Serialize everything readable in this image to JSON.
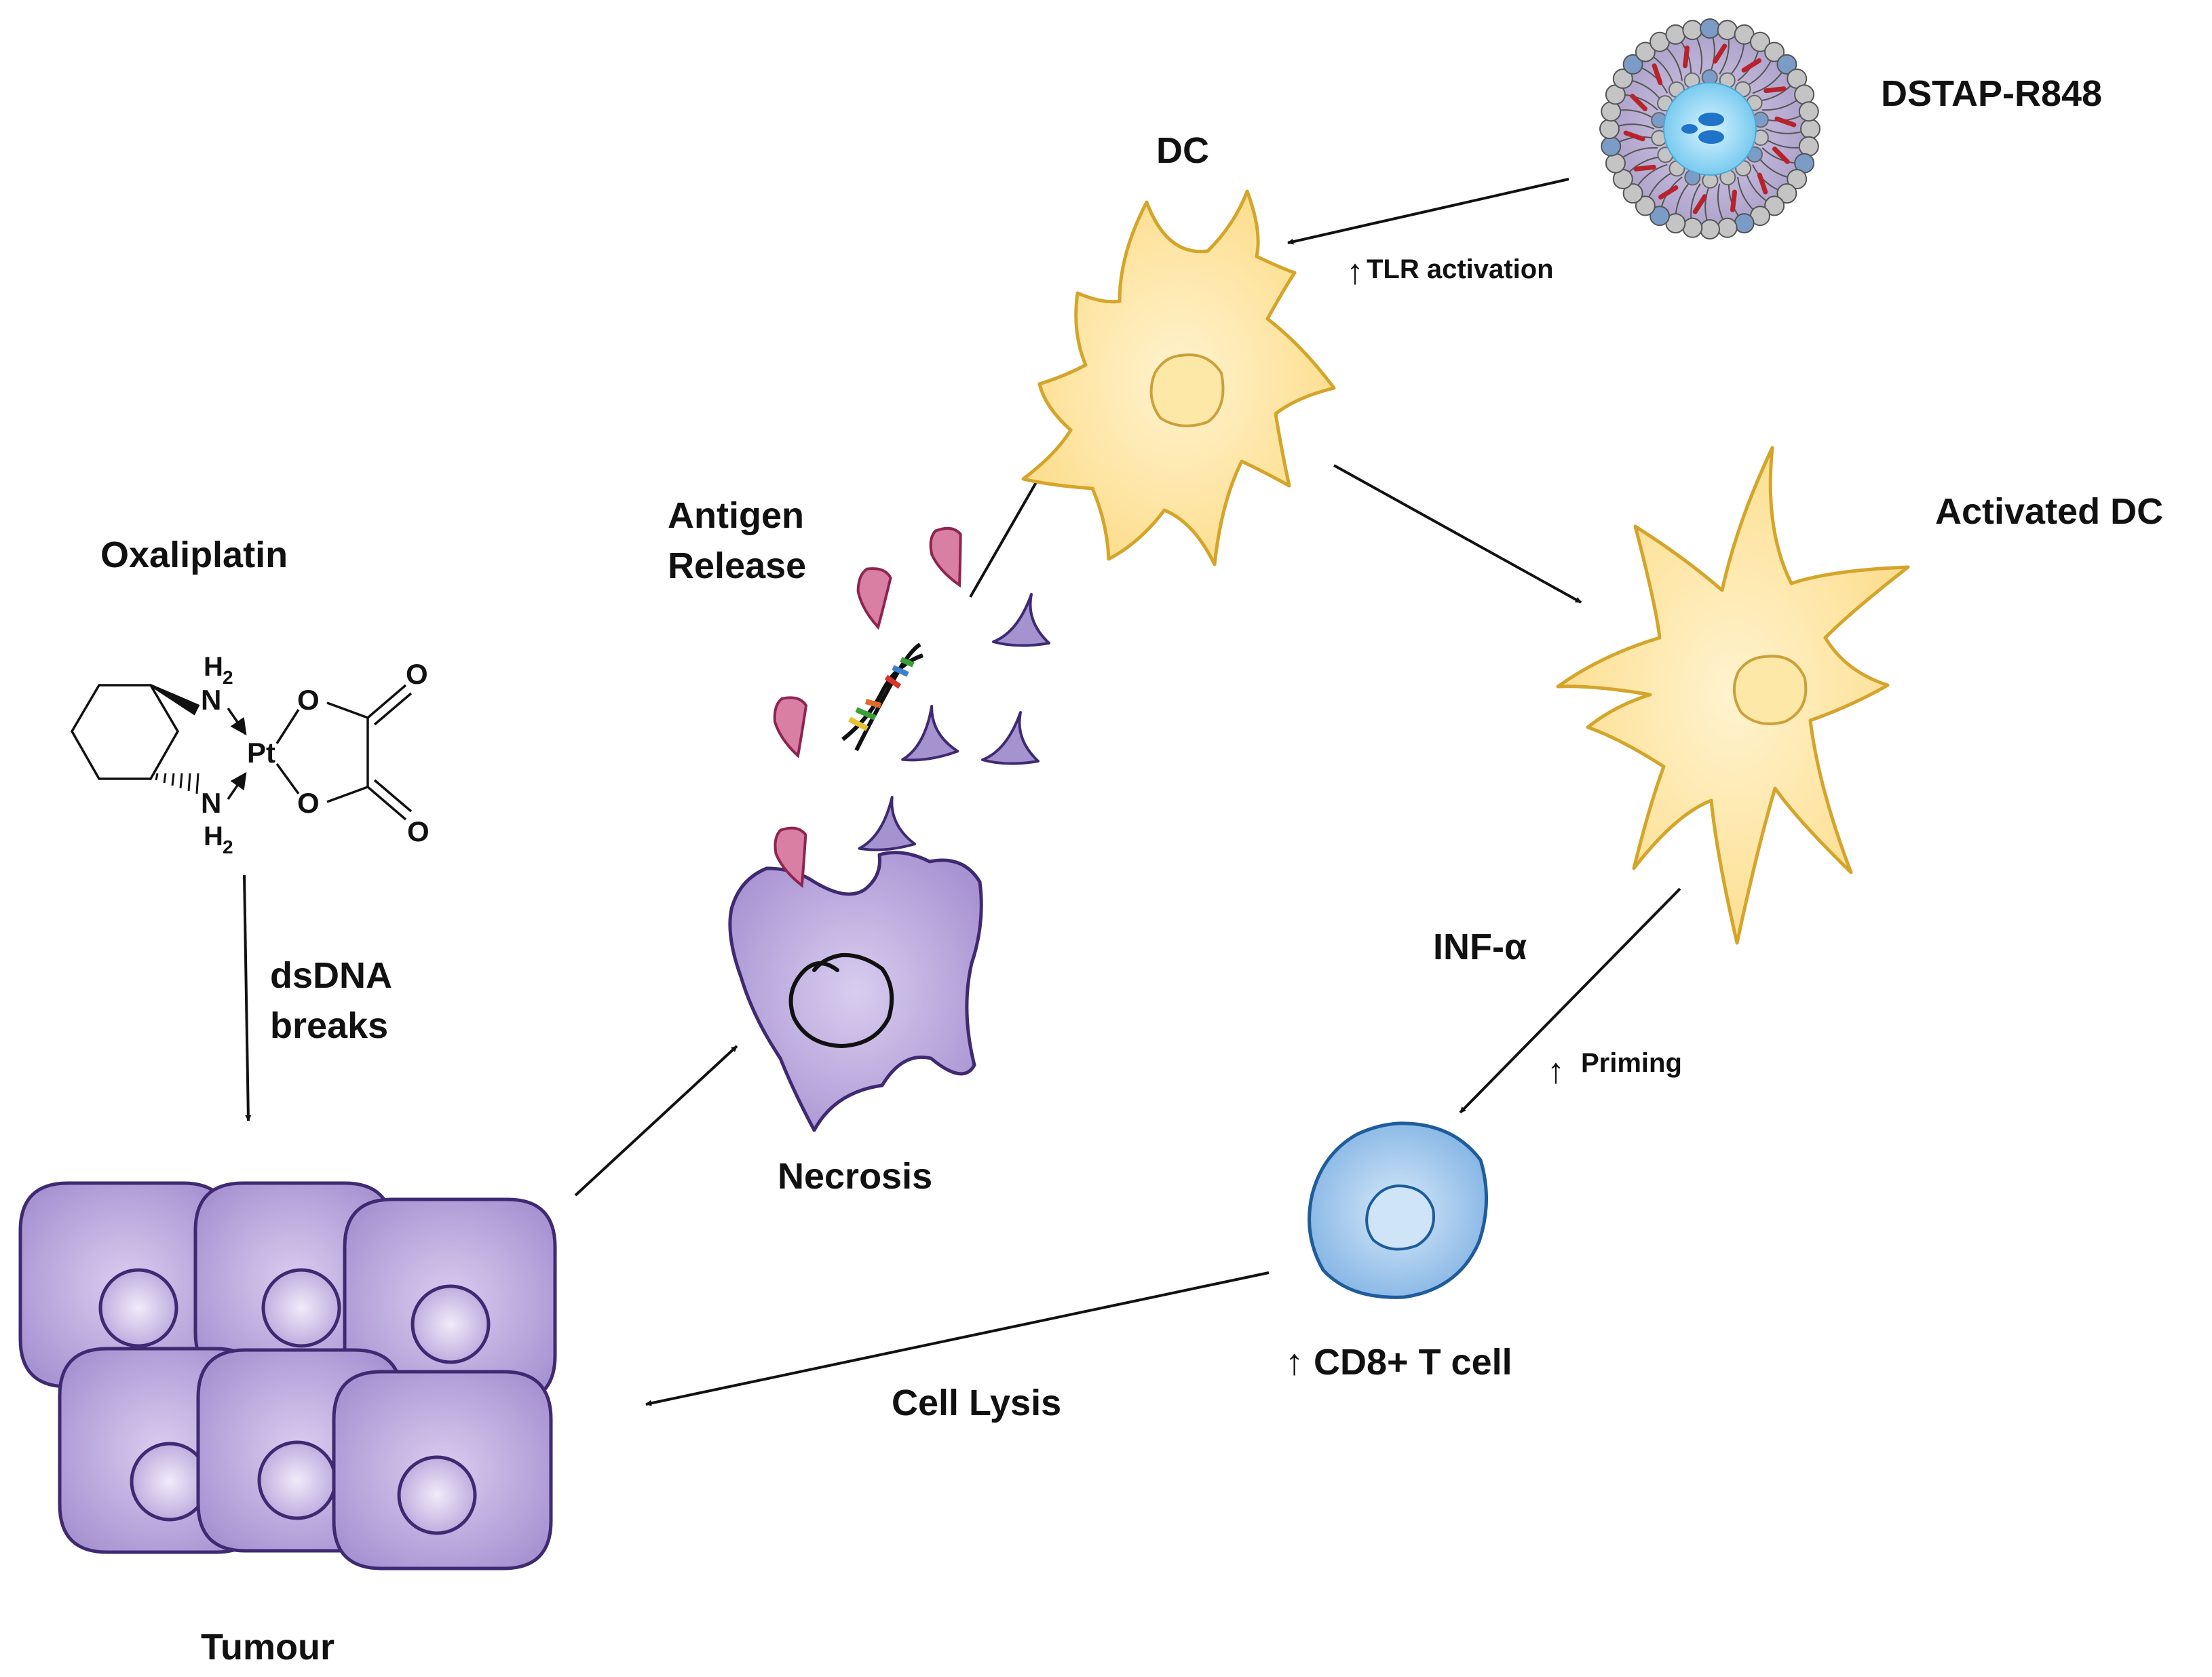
{
  "labels": {
    "dstap": "DSTAP-R848",
    "dc": "DC",
    "tlr_arrow": "↑",
    "tlr": "TLR activation",
    "antigen_line1": "Antigen",
    "antigen_line2": "Release",
    "activated_dc": "Activated DC",
    "oxaliplatin": "Oxaliplatin",
    "dsdna_line1": "dsDNA",
    "dsdna_line2": "breaks",
    "necrosis": "Necrosis",
    "inf": "INF-α",
    "priming_arrow": "↑",
    "priming": "Priming",
    "cd8": "↑ CD8+ T cell",
    "cell_lysis": "Cell Lysis",
    "tumour": "Tumour"
  },
  "molecule": {
    "h2_top": "H",
    "h2_top_sub": "2",
    "n_top": "N",
    "pt": "Pt",
    "o_upper": "O",
    "o_upper_carbonyl": "O",
    "n_bottom": "N",
    "h2_bottom": "H",
    "h2_bottom_sub": "2",
    "o_lower": "O",
    "o_lower_carbonyl": "O"
  },
  "colors": {
    "dc_fill": "#fde39a",
    "dc_stroke": "#d4a52a",
    "tumour_fill": "#b8a6d6",
    "tumour_stroke": "#3f2a72",
    "antigen_pink": "#d97fa3",
    "antigen_purple": "#a593cf",
    "tcell_fill": "#8fbde8",
    "tcell_stroke": "#1e5c9c",
    "nanoparticle_core": "#7fd0f0",
    "nanoparticle_bead_grey": "#c4c4c4",
    "nanoparticle_bead_blue": "#7c9cc8",
    "drug_red": "#b8232b"
  }
}
